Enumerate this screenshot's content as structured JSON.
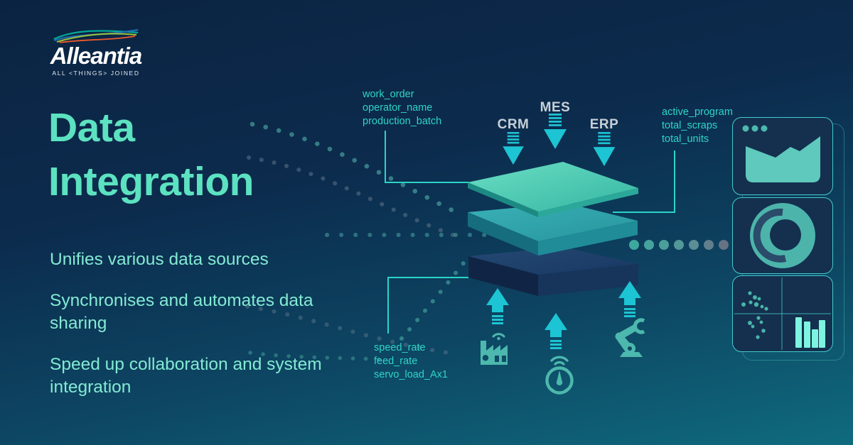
{
  "brand": {
    "name": "Alleantia",
    "tagline": "ALL <THINGS> JOINED"
  },
  "headline": {
    "line1": "Data",
    "line2": "Integration"
  },
  "bullets": [
    "Unifies various data sources",
    "Synchronises and automates data sharing",
    "Speed up collaboration and system integration"
  ],
  "diagram": {
    "systems": [
      {
        "label": "CRM"
      },
      {
        "label": "MES"
      },
      {
        "label": "ERP"
      }
    ],
    "field_groups": {
      "work": [
        "work_order",
        "operator_name",
        "production_batch"
      ],
      "production": [
        "active_program",
        "total_scraps",
        "total_units"
      ],
      "machine": [
        "speed_rate",
        "feed_rate",
        "servo_load_Ax1"
      ]
    },
    "devices": [
      {
        "icon": "factory-icon"
      },
      {
        "icon": "gauge-icon"
      },
      {
        "icon": "robot-arm-icon"
      }
    ],
    "layers": [
      {
        "name": "top-layer"
      },
      {
        "name": "middle-layer"
      },
      {
        "name": "bottom-layer"
      }
    ]
  },
  "dashboard": {
    "window_dots": 3,
    "cards": [
      {
        "icon": "area-chart-icon"
      },
      {
        "icon": "donut-chart-icon"
      },
      {
        "icon": "mini-charts-grid"
      }
    ],
    "mini_bars": [
      43,
      37,
      26,
      39
    ]
  },
  "colors": {
    "background_top": "#0B2342",
    "background_bottom": "#0F6B7E",
    "mint": "#5CE2C0",
    "mint_soft": "#83EAD3",
    "teal_label": "#2ED5C6",
    "cyan_arrow": "#1DC4D3",
    "gray_label": "#C7D0D8",
    "card_border": "#45CBCD",
    "card_bg": "#14304E",
    "chart_mint": "#5EC9BC",
    "bright_mint": "#7DF4E0",
    "icon_teal": "#4DB8AD"
  }
}
